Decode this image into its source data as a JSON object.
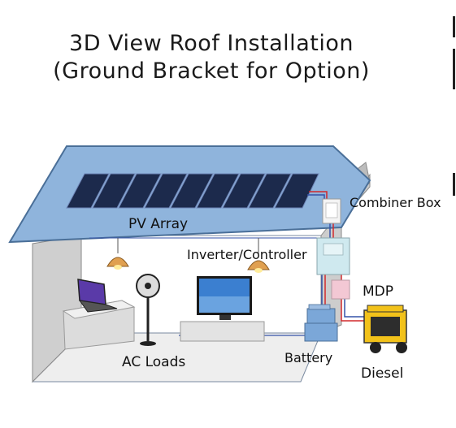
{
  "title": {
    "line1": "3D View Roof Installation",
    "line2": "(Ground Bracket for Option)"
  },
  "labels": {
    "pv_array": "PV Array",
    "combiner_box": "Combiner Box",
    "inverter_controller": "Inverter/Controller",
    "mdp": "MDP",
    "ac_loads": "AC Loads",
    "battery": "Battery",
    "diesel": "Diesel"
  },
  "colors": {
    "roof": "#8fb4dc",
    "roof_edge": "#4a6f98",
    "panel": "#1c2a4c",
    "wall": "#d0d0d0",
    "wire_red": "#d2282b",
    "wire_blue": "#3553a8",
    "generator": "#f2c21a"
  }
}
